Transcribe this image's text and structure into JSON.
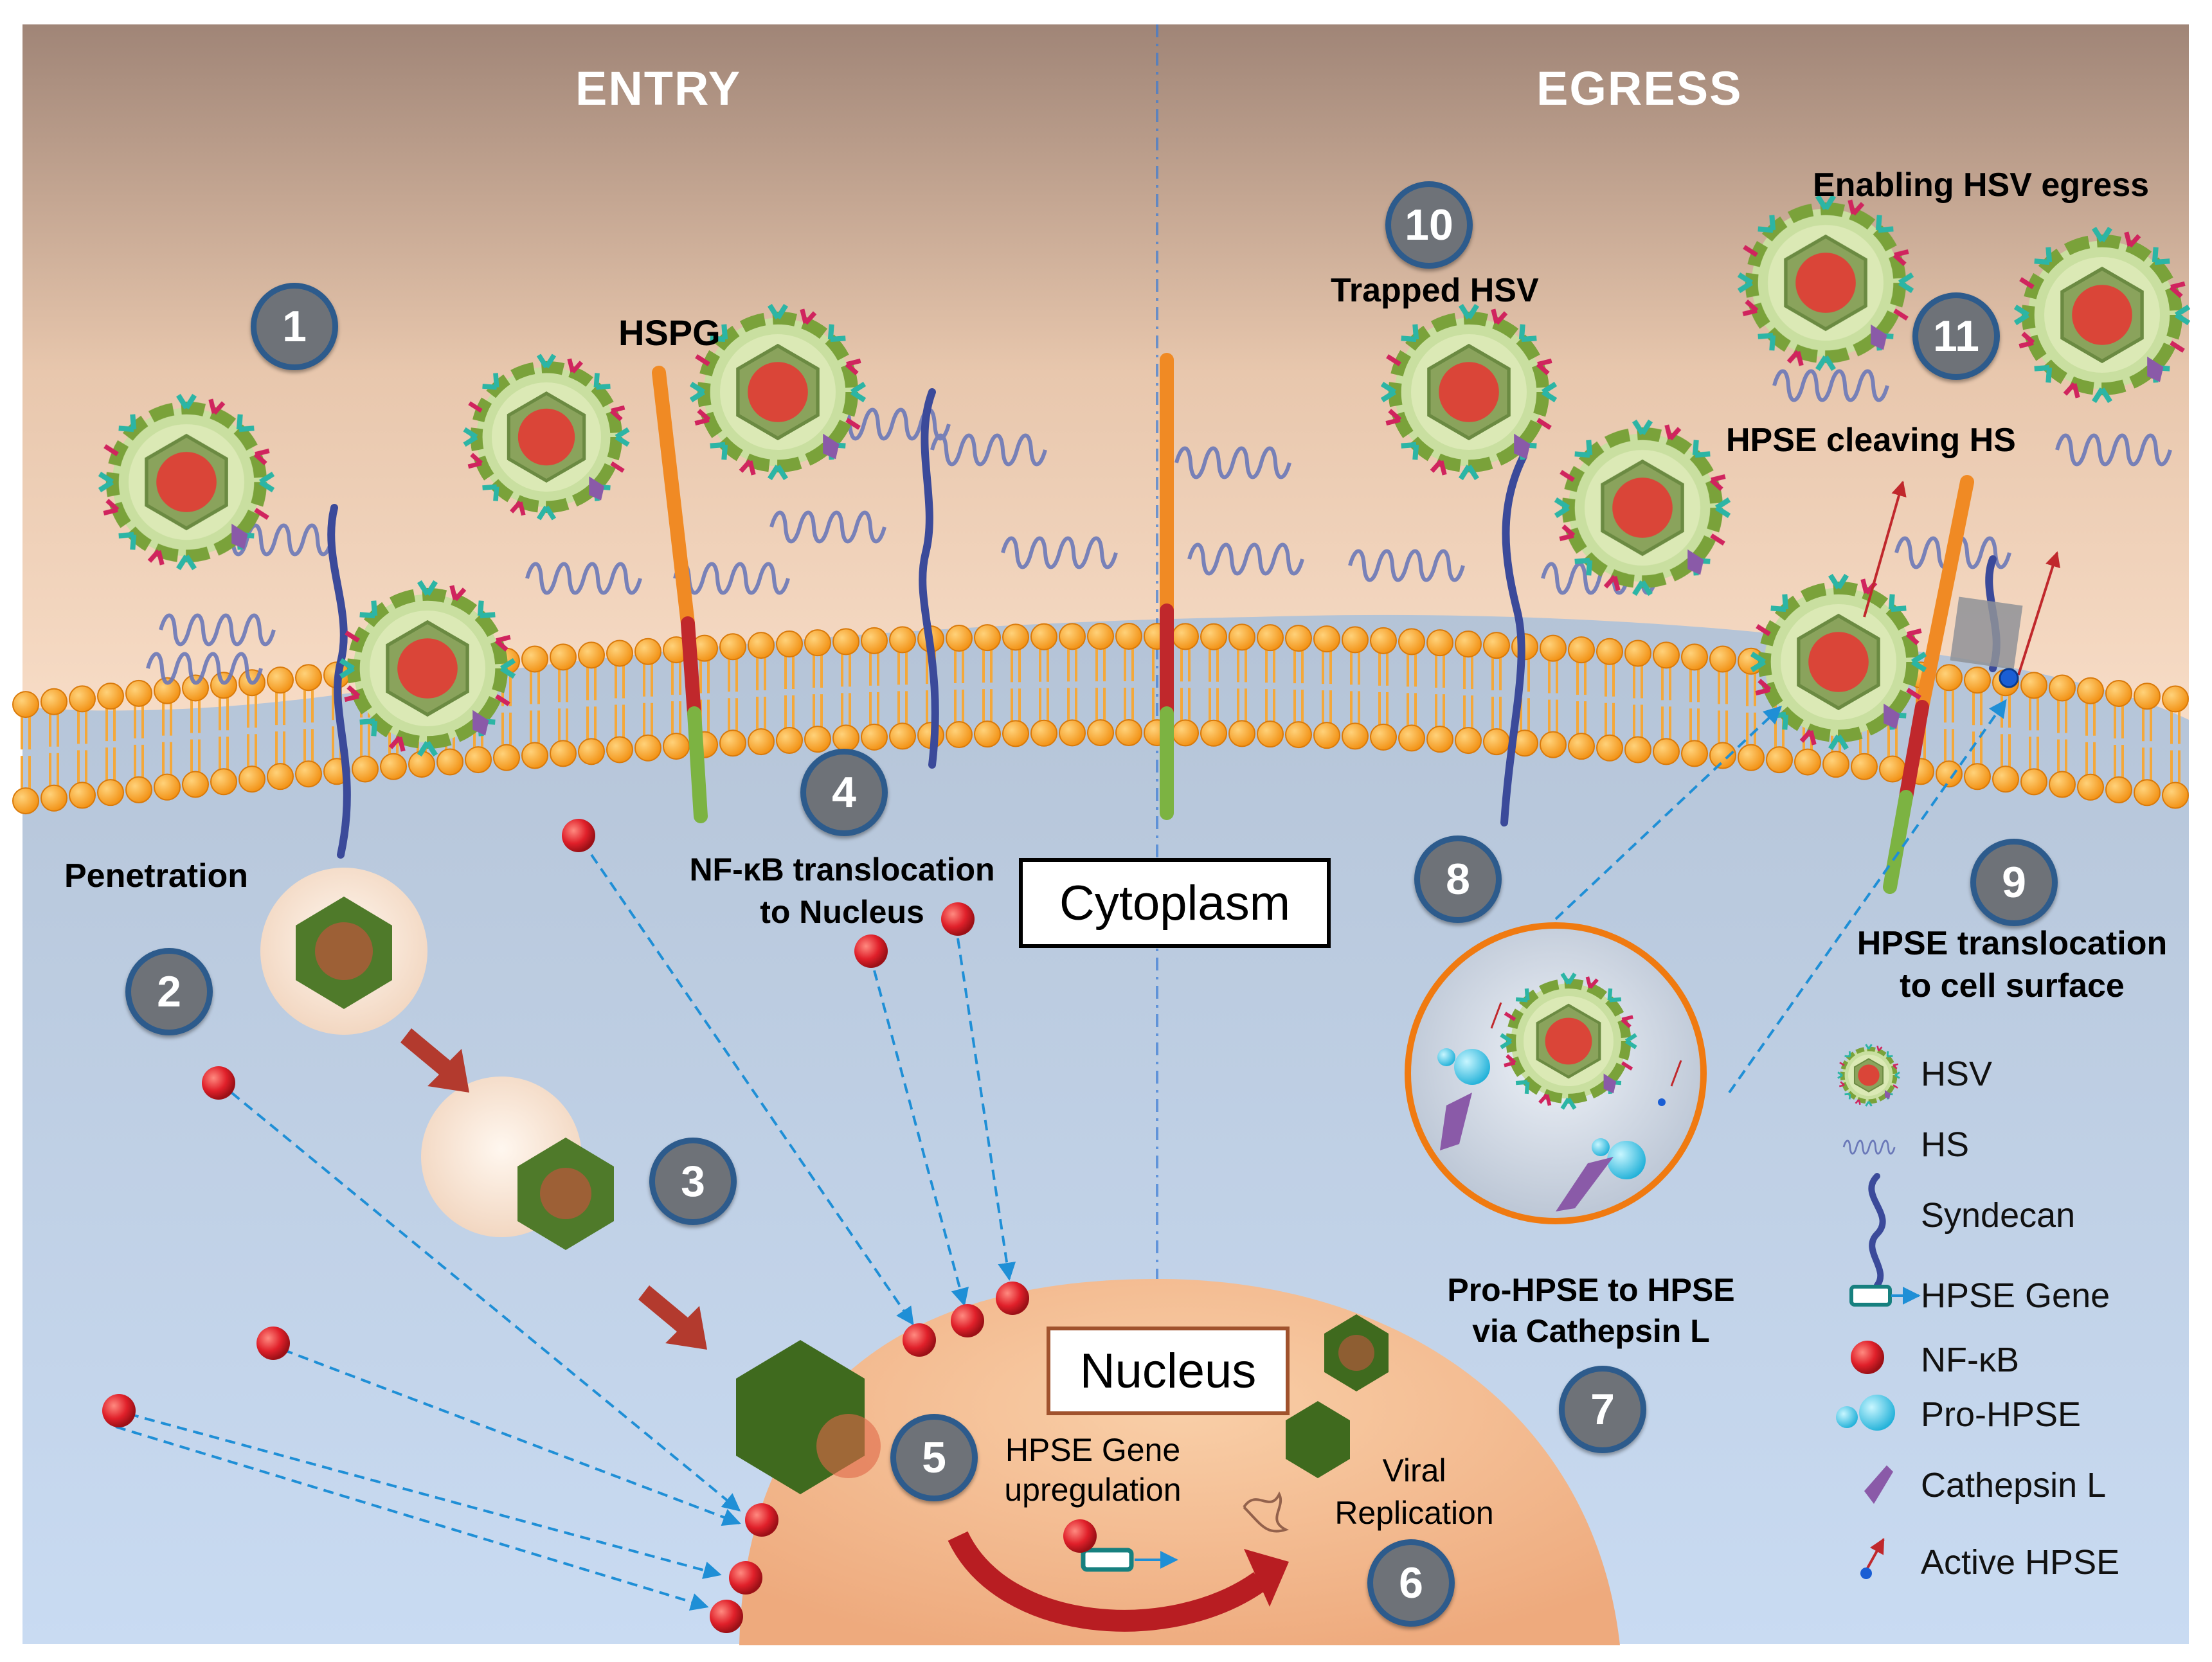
{
  "headers": {
    "entry": "ENTRY",
    "egress": "EGRESS"
  },
  "regions": {
    "cytoplasm": "Cytoplasm",
    "nucleus": "Nucleus"
  },
  "steps": {
    "s1": "1",
    "s2": "2",
    "s3": "3",
    "s4": "4",
    "s5": "5",
    "s6": "6",
    "s7": "7",
    "s8": "8",
    "s9": "9",
    "s10": "10",
    "s11": "11"
  },
  "labels": {
    "hspg": "HSPG",
    "penetration": "Penetration",
    "nfkb_line1": "NF-κB translocation",
    "nfkb_line2": "to Nucleus",
    "hpse_gene_line1": "HPSE Gene",
    "hpse_gene_line2": "upregulation",
    "viral_line1": "Viral",
    "viral_line2": "Replication",
    "prohpse_line1": "Pro-HPSE to HPSE",
    "prohpse_line2": "via Cathepsin L",
    "trapped": "Trapped HSV",
    "enabling": "Enabling HSV egress",
    "cleaving": "HPSE cleaving HS",
    "transloc_line1": "HPSE translocation",
    "transloc_line2": "to cell surface"
  },
  "legend": [
    {
      "icon": "hsv-icon",
      "label": "HSV"
    },
    {
      "icon": "hs-icon",
      "label": "HS"
    },
    {
      "icon": "syndecan-icon",
      "label": "Syndecan"
    },
    {
      "icon": "hpse-gene-icon",
      "label": "HPSE Gene"
    },
    {
      "icon": "nfkb-icon",
      "label": "NF-κB"
    },
    {
      "icon": "pro-hpse-icon",
      "label": "Pro-HPSE"
    },
    {
      "icon": "cathepsin-l-icon",
      "label": "Cathepsin L"
    },
    {
      "icon": "active-hpse-icon",
      "label": "Active HPSE"
    }
  ],
  "colors": {
    "nfkb": "#e0202a",
    "arrow": "#1f8fd6",
    "virus_ring": "#7aa23a",
    "capsid": "#e23b34",
    "nucleus_fill": "#f3b98d",
    "nucleus_border": "#a0522d",
    "membrane_head": "#f7a21c",
    "syndecan": "#3b4a9a",
    "hspg_top": "#f08a24",
    "hspg_mid": "#c0282c",
    "hspg_bottom": "#7cb342"
  }
}
